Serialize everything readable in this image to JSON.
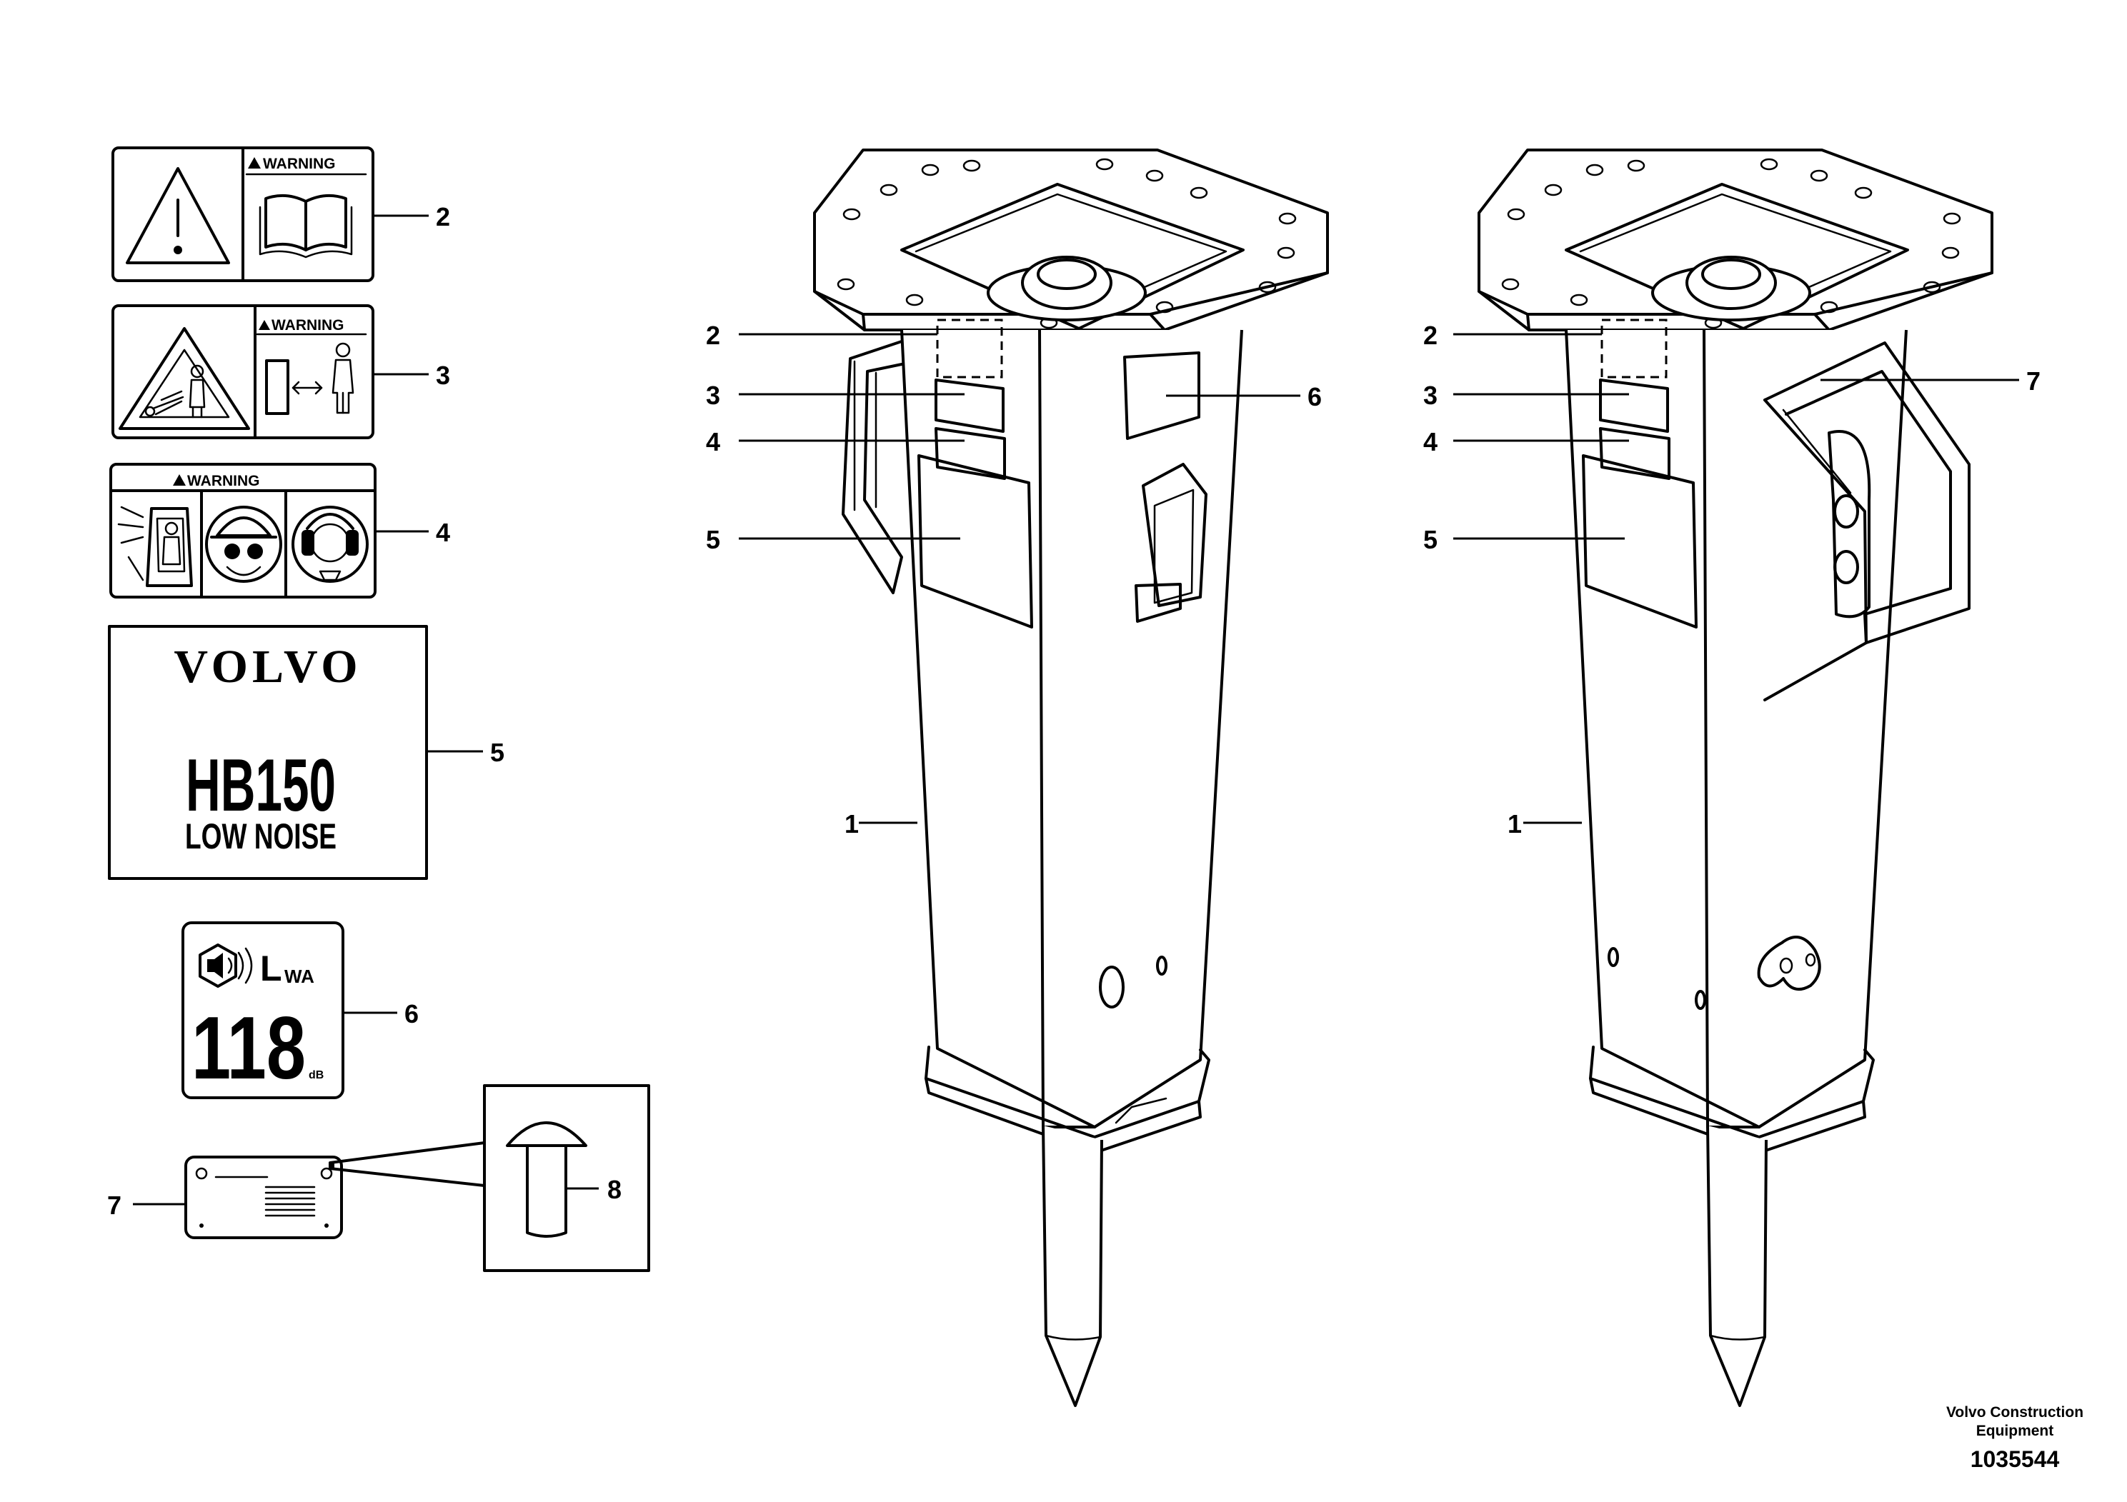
{
  "decal_2": {
    "header": "WARNING"
  },
  "decal_3": {
    "header": "WARNING"
  },
  "decal_4": {
    "header": "WARNING"
  },
  "decal_5": {
    "brand": "VOLVO",
    "model": "HB150",
    "variant": "LOW NOISE"
  },
  "decal_6": {
    "symbol_main": "L",
    "symbol_sub": "WA",
    "value": "118",
    "unit": "dB"
  },
  "callouts": {
    "c1": "1",
    "c2": "2",
    "c3": "3",
    "c4": "4",
    "c5": "5",
    "c6": "6",
    "c7": "7",
    "c8": "8"
  },
  "footer": {
    "company_line1": "Volvo Construction",
    "company_line2": "Equipment",
    "drawing_number": "1035544"
  },
  "icons": [
    "warning-triangle-icon",
    "manual-book-icon",
    "hazard-person-icon",
    "keep-distance-icon",
    "flying-debris-icon",
    "hard-hat-goggles-icon",
    "ear-protection-icon",
    "sound-power-icon"
  ]
}
